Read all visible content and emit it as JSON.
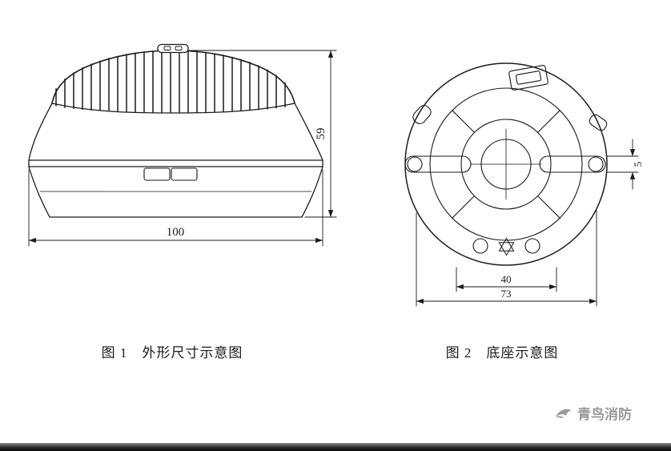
{
  "figure1": {
    "caption": "图 1　外形尺寸示意图",
    "dims": {
      "width": "100",
      "height": "59"
    }
  },
  "figure2": {
    "caption": "图 2　底座示意图",
    "dims": {
      "hole_spacing": "40",
      "slot_span": "73",
      "slot_width": "5"
    }
  },
  "watermark": {
    "brand": "青鸟消防"
  },
  "colors": {
    "line": "#1a1a1a",
    "watermark_gray": "#9a9a9a",
    "footer_dark": "#0a0a0a"
  }
}
